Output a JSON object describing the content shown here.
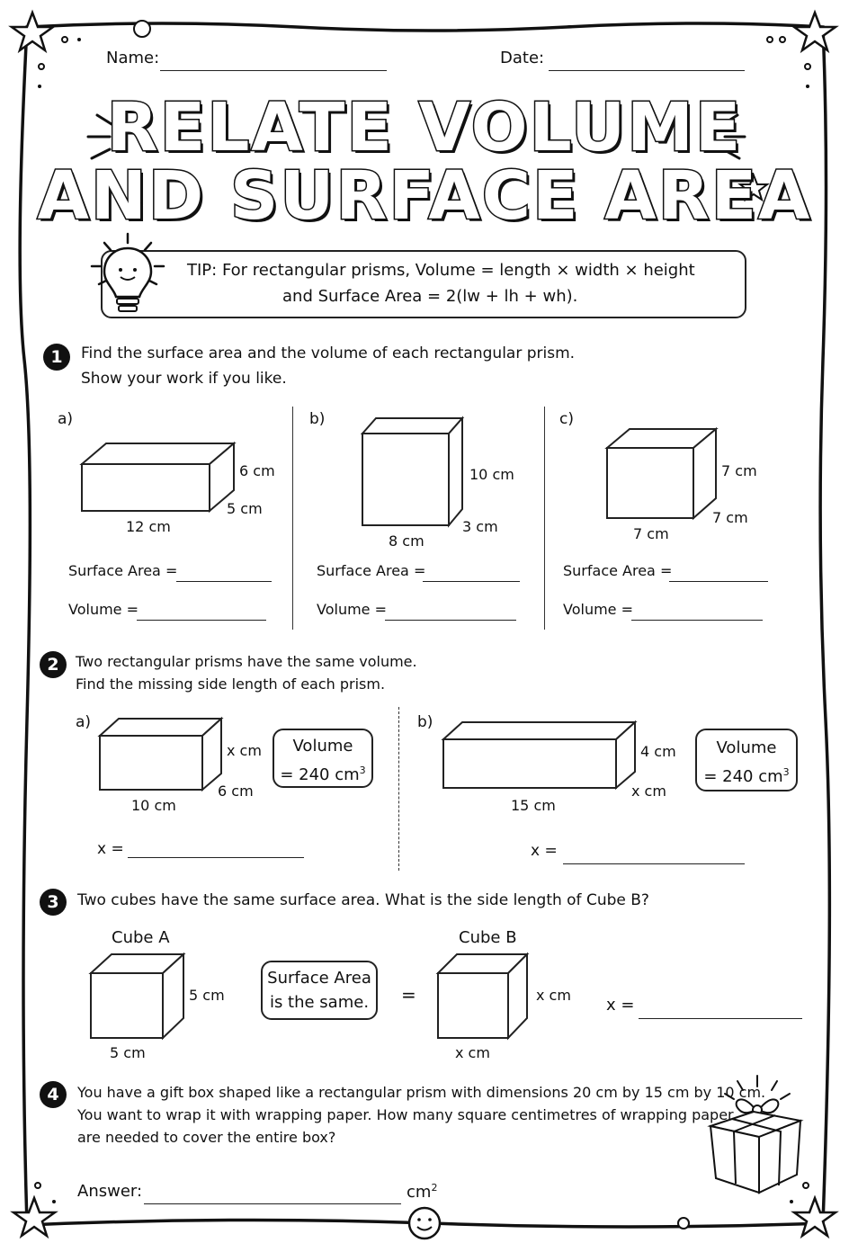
{
  "header": {
    "name_label": "Name:",
    "date_label": "Date:"
  },
  "title": {
    "line1": "RELATE VOLUME",
    "line2": "AND SURFACE AREA"
  },
  "tip": {
    "line1": "TIP: For rectangular prisms, Volume = length × width × height",
    "line2": "and Surface Area = 2(lw + lh + wh)."
  },
  "q1": {
    "number": "1",
    "text1": "Find the surface area and the volume of each rectangular prism.",
    "text2": "Show your work if you like.",
    "surface_label": "Surface Area =",
    "volume_label": "Volume =",
    "items": [
      {
        "letter": "a)",
        "length": "12 cm",
        "width": "5 cm",
        "height": "6 cm"
      },
      {
        "letter": "b)",
        "length": "8 cm",
        "width": "3 cm",
        "height": "10 cm"
      },
      {
        "letter": "c)",
        "length": "7 cm",
        "width": "7 cm",
        "height": "7 cm"
      }
    ]
  },
  "q2": {
    "number": "2",
    "text1": "Two rectangular prisms have the same volume.",
    "text2": "Find the missing side length of each prism.",
    "volume_line1": "Volume",
    "volume_line2": "= 240 cm",
    "volume_exp": "3",
    "x_label": "x =",
    "items": [
      {
        "letter": "a)",
        "length": "10 cm",
        "width": "6 cm",
        "height": "x cm"
      },
      {
        "letter": "b)",
        "length": "15 cm",
        "width": "x cm",
        "height": "4 cm"
      }
    ]
  },
  "q3": {
    "number": "3",
    "text": "Two cubes have the same surface area. What is the side length of Cube B?",
    "cube_a": "Cube A",
    "cube_b": "Cube B",
    "a_side": "5 cm",
    "a_bottom": "5 cm",
    "b_side": "x cm",
    "b_bottom": "x cm",
    "box_line1": "Surface Area",
    "box_line2": "is the same.",
    "equals": "=",
    "x_label": "x ="
  },
  "q4": {
    "number": "4",
    "text1": "You have a gift box shaped like a rectangular prism with dimensions 20 cm by 15 cm by 10 cm.",
    "text2": "You want to wrap it with wrapping paper. How many square centimetres of wrapping paper",
    "text3": "are needed to cover the entire box?",
    "answer_label": "Answer:",
    "unit": "cm",
    "unit_exp": "2"
  }
}
